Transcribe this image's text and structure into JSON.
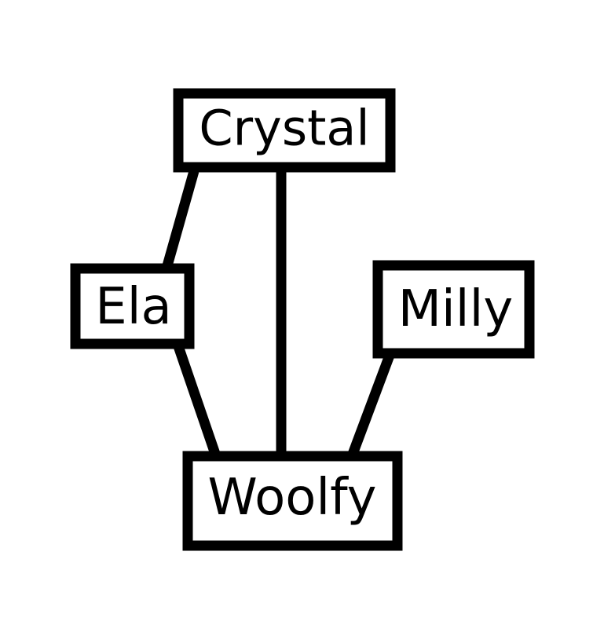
{
  "diagram": {
    "nodes": {
      "crystal": {
        "label": "Crystal"
      },
      "ela": {
        "label": "Ela"
      },
      "milly": {
        "label": "Milly"
      },
      "woolfy": {
        "label": "Woolfy"
      }
    },
    "edges": [
      {
        "from": "Crystal",
        "to": "Ela"
      },
      {
        "from": "Crystal",
        "to": "Woolfy"
      },
      {
        "from": "Ela",
        "to": "Woolfy"
      },
      {
        "from": "Milly",
        "to": "Woolfy"
      }
    ],
    "colors": {
      "stroke": "#000000",
      "background": "#ffffff"
    }
  }
}
